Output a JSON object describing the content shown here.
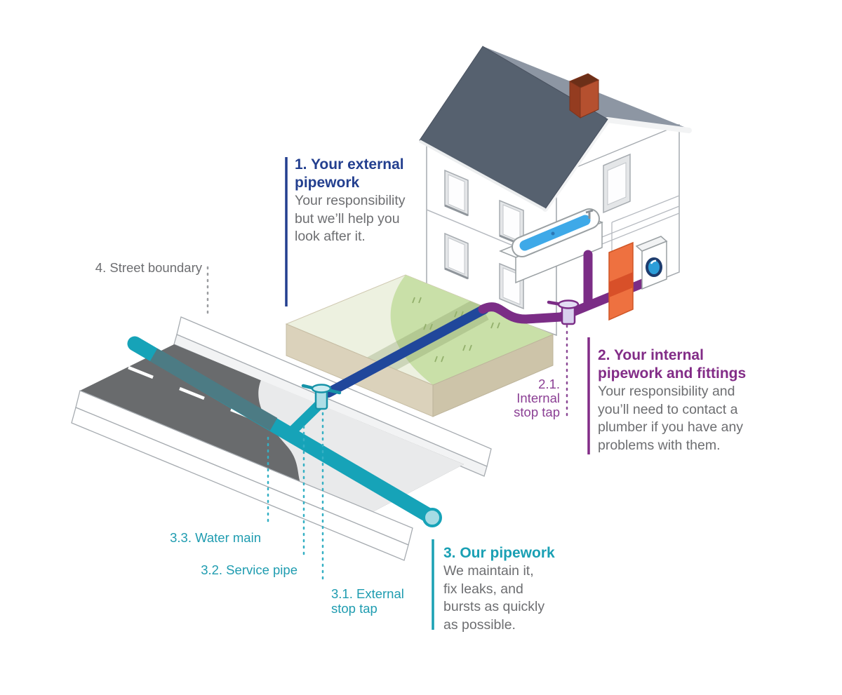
{
  "sections": [
    {
      "number": "1",
      "title_lines": [
        "1. Your external",
        "pipework"
      ],
      "body_lines": [
        "Your responsibility",
        "but we’ll help you",
        "look after it."
      ],
      "accent_color": "#233f8f"
    },
    {
      "number": "2",
      "title_lines": [
        "2. Your internal",
        "pipework and fittings"
      ],
      "body_lines": [
        "Your responsibility and",
        "you’ll need to contact a",
        "plumber if you have any",
        "problems with them."
      ],
      "accent_color": "#822c87"
    },
    {
      "number": "3",
      "title_lines": [
        "3. Our pipework"
      ],
      "body_lines": [
        "We maintain it,",
        "fix leaks, and",
        "bursts as quickly",
        "as possible."
      ],
      "accent_color": "#1aa0b4"
    }
  ],
  "callouts": {
    "street_boundary": "4. Street boundary",
    "water_main": "3.3. Water main",
    "service_pipe": "3.2. Service pipe",
    "external_stop_tap_lines": [
      "3.1. External",
      "stop tap"
    ],
    "internal_stop_tap_lines": [
      "2.1.",
      "Internal",
      "stop tap"
    ]
  },
  "palette": {
    "accent_navy": "#233f8f",
    "accent_purple": "#822c87",
    "accent_teal": "#1aa0b4",
    "body_text": "#6d6e71",
    "water_main_pipe": "#16a3b8",
    "external_supply_pipe": "#20479b",
    "internal_pipe": "#7b2d86",
    "roof": "#56616f",
    "road": "#696b6d",
    "lawn": "#c9e0a8",
    "door": "#ee7140"
  }
}
